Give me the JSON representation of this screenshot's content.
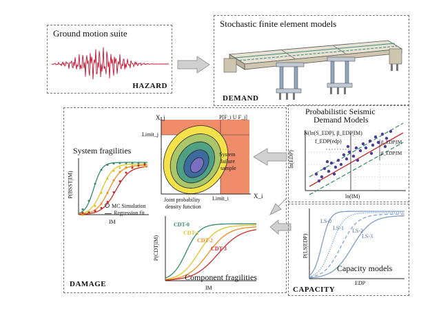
{
  "hazard": {
    "title": "Ground motion suite",
    "label": "HAZARD"
  },
  "demand": {
    "title": "Stochastic finite element models",
    "label": "DEMAND"
  },
  "psdm": {
    "title_line1": "Probabilistic Seismic",
    "title_line2": "Demand Models",
    "eq1": "N(ln(S_EDP), β_EDP|IM)",
    "eq2": "f_EDP(edp)",
    "beta1": "β_EDP|IM",
    "beta2": "β_EDP|IM",
    "ylabel": "ln(EDP)",
    "xlabel": "ln(IM)"
  },
  "joint": {
    "x_top": "X_j",
    "top_label": "P[F_i U F_j]",
    "limit_j": "Limit_j",
    "limit_i": "Limit_i",
    "x_i": "X_i",
    "sys_label1": "System",
    "sys_label2": "failure",
    "sys_label3": "sample",
    "jp_label1": "Joint probability",
    "jp_label2": "density function"
  },
  "system": {
    "title": "System fragilities",
    "ylabel": "P(BSST|IM)",
    "xlabel": "IM",
    "legend1": "MC Simulation",
    "legend2": "Regression fit"
  },
  "component": {
    "title": "Component fragilities",
    "ylabel": "P(CDT|IM)",
    "xlabel": "IM",
    "curves": [
      "CDT-0",
      "CDT-1",
      "CDT-2",
      "CDT-3"
    ]
  },
  "damage": {
    "label": "DAMAGE"
  },
  "capacity": {
    "title": "Capacity models",
    "label": "CAPACITY",
    "ylabel": "P(LS|EDP)",
    "xlabel": "EDP",
    "curves": [
      "LS-0",
      "LS-1",
      "LS-2",
      "LS-3"
    ]
  },
  "colors": {
    "cdt0": "#2e8a6e",
    "cdt1": "#e0c423",
    "cdt2": "#ef8a1f",
    "cdt3": "#c8292b",
    "capacity": "#7d9cc8",
    "hazard": "#c8102e",
    "failure": "#f08c6a"
  }
}
